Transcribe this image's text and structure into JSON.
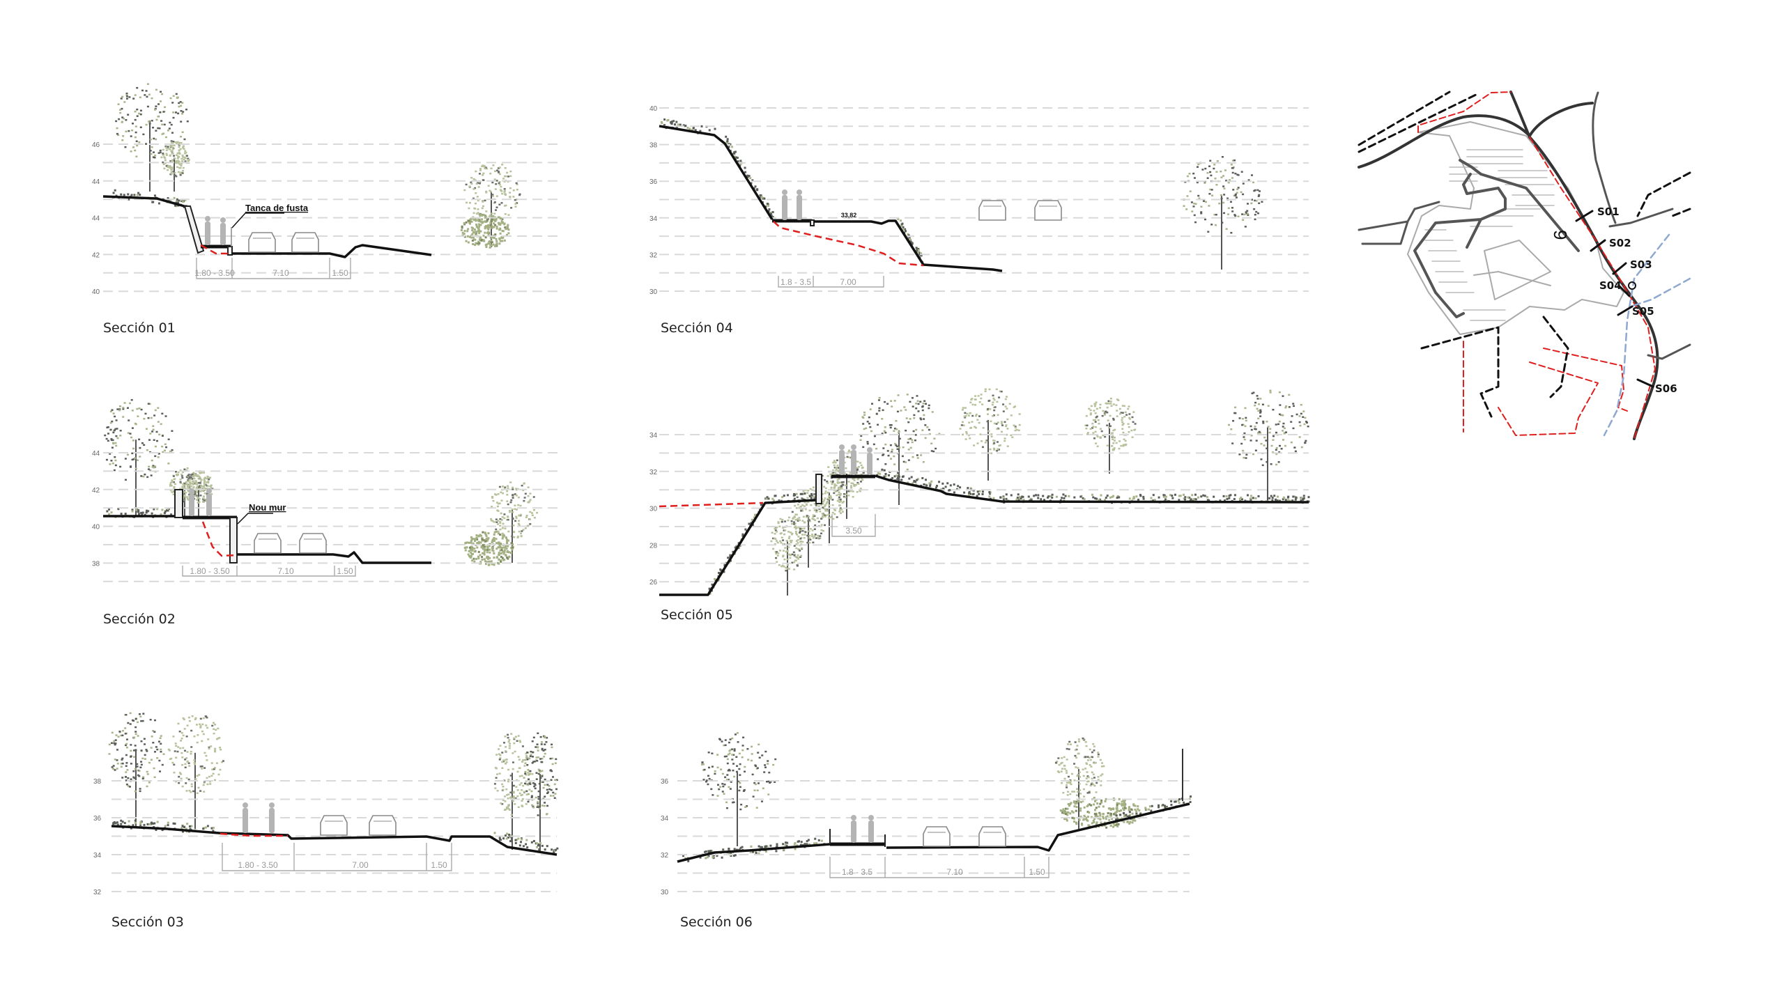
{
  "sections": [
    {
      "title": "Sección 01",
      "elevations": [
        "46",
        "44",
        "44",
        "42",
        "40"
      ],
      "dimensions": [
        "1.80 - 3.50",
        "7.10",
        "1.50"
      ],
      "annotation": "Tanca de fusta"
    },
    {
      "title": "Sección 02",
      "elevations": [
        "44",
        "42",
        "40",
        "38"
      ],
      "dimensions": [
        "1.80 - 3.50",
        "7.10",
        "1.50"
      ],
      "annotation": "Nou mur"
    },
    {
      "title": "Sección 03",
      "elevations": [
        "38",
        "36",
        "34",
        "32"
      ],
      "dimensions": [
        "1.80 - 3.50",
        "7.00",
        "1.50"
      ]
    },
    {
      "title": "Sección 04",
      "elevations": [
        "40",
        "38",
        "36",
        "34",
        "32",
        "30"
      ],
      "dimensions": [
        "1.8 - 3.5",
        "7.00"
      ],
      "spot_level": "33,82"
    },
    {
      "title": "Sección 05",
      "elevations": [
        "34",
        "32",
        "30",
        "28",
        "26"
      ],
      "dimensions": [
        "3.50"
      ]
    },
    {
      "title": "Sección 06",
      "elevations": [
        "36",
        "34",
        "32",
        "30"
      ],
      "dimensions": [
        "1.8 - 3.5",
        "7.10",
        "1.50"
      ]
    }
  ],
  "map": {
    "section_markers": [
      "S01",
      "S02",
      "S03",
      "S04",
      "S05",
      "S06"
    ],
    "colors": {
      "boundary": "#e01e1e",
      "stream": "#8fa8d0",
      "road": "#333333",
      "site": "#aaaaaa"
    }
  },
  "colors": {
    "existing_ground": "#e01e1e",
    "vegetation_light": "#a8b48a",
    "vegetation_dark": "#5a5e58"
  }
}
